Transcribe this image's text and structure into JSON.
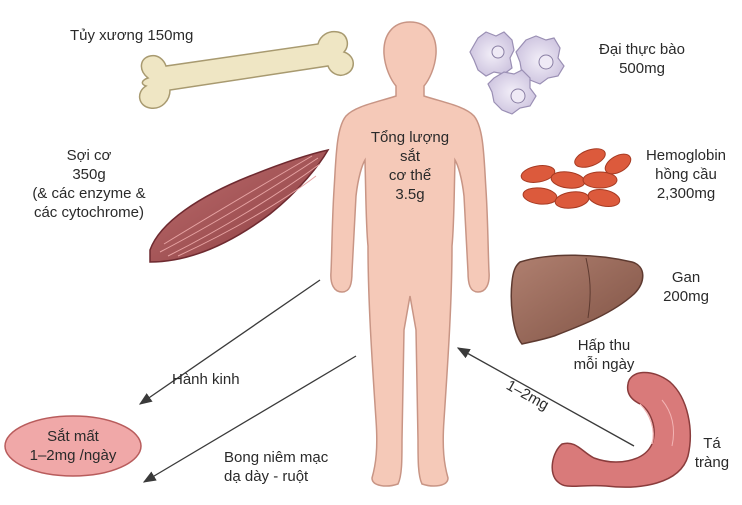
{
  "body": {
    "title_lines": [
      "Tổng lượng",
      "sắt",
      "cơ thể",
      "3.5g"
    ]
  },
  "stores": {
    "bone_marrow": {
      "name": "Tủy xương",
      "amount": "150mg"
    },
    "macrophages": {
      "name": "Đại thực bào",
      "amount": "500mg"
    },
    "muscle": {
      "lines": [
        "Sợi cơ",
        "350g",
        "(& các enzyme &",
        "các cytochrome)"
      ]
    },
    "hemoglobin": {
      "lines": [
        "Hemoglobin",
        "hồng cầu",
        "2,300mg"
      ]
    },
    "liver": {
      "name": "Gan",
      "amount": "200mg"
    }
  },
  "intake": {
    "label_lines": [
      "Hấp thu",
      "mỗi ngày"
    ],
    "rate": "1–2mg",
    "organ_lines": [
      "Tá",
      "tràng"
    ]
  },
  "losses": {
    "menstruation": "Hành kinh",
    "mucosa_lines": [
      "Bong niêm mạc",
      "dạ dày - ruột"
    ],
    "total_lines": [
      "Sắt mất",
      "1–2mg /ngày"
    ]
  },
  "colors": {
    "skin": "#f5c9b8",
    "skin_stroke": "#c89585",
    "bone": "#efe6c4",
    "cell": "#d8d0e6",
    "rbc": "#dc5a3c",
    "liver": "#9b6a5a",
    "muscle": "#a85658",
    "duodenum": "#d97a7a",
    "loss_oval": "#f0a8a8",
    "arrow": "#3a3a3a"
  }
}
